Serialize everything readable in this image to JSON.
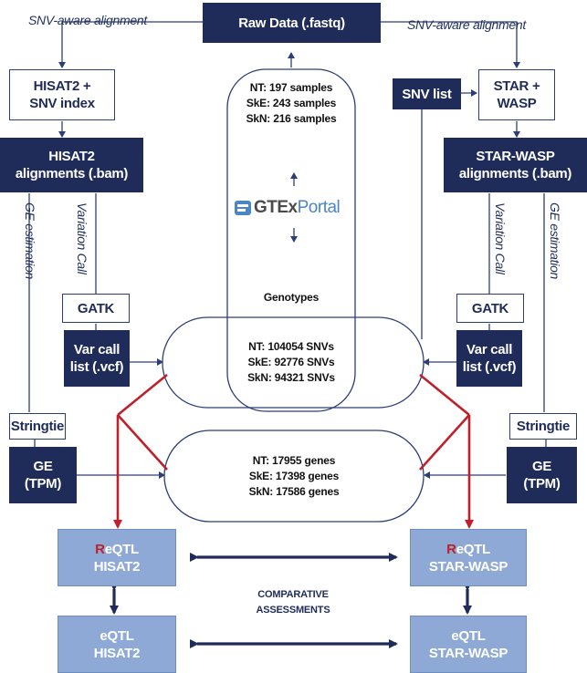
{
  "raw_data": "Raw Data (.fastq)",
  "snv_aware_left": "SNV-aware alignment",
  "snv_aware_right": "SNV-aware alignment",
  "hisat_index": [
    "HISAT2 +",
    "SNV index"
  ],
  "hisat_align": [
    "HISAT2",
    "alignments (.bam)"
  ],
  "snv_list": "SNV list",
  "star_wasp": [
    "STAR +",
    "WASP"
  ],
  "star_align": [
    "STAR-WASP",
    "alignments (.bam)"
  ],
  "ge_estimation": "GE estimation",
  "variation_call": "Variation Call",
  "gatk": "GATK",
  "var_call": [
    "Var call",
    "list (.vcf)"
  ],
  "stringtie": "Stringtie",
  "ge": [
    "GE",
    "(TPM)"
  ],
  "samples": [
    "NT: 197 samples",
    "SkE: 243 samples",
    "SkN: 216 samples"
  ],
  "gtex": {
    "gt": "GTEx",
    "portal": "Portal"
  },
  "genotypes_label": "Genotypes",
  "snvs": [
    "NT: 104054 SNVs",
    "SkE: 92776 SNVs",
    "SkN: 94321 SNVs"
  ],
  "genes": [
    "NT: 17955 genes",
    "SkE: 17398 genes",
    "SkN: 17586 genes"
  ],
  "reqtl_hisat": {
    "r": "R",
    "rest": "eQTL",
    "sub": "HISAT2"
  },
  "reqtl_star": {
    "r": "R",
    "rest": "eQTL",
    "sub": "STAR-WASP"
  },
  "eqtl_hisat": [
    "eQTL",
    "HISAT2"
  ],
  "eqtl_star": [
    "eQTL",
    "STAR-WASP"
  ],
  "comparative": [
    "COMPARATIVE",
    "ASSESSMENTS"
  ],
  "colors": {
    "dark": "#1f2c5a",
    "light": "#8ea9d6",
    "red": "#c0202a",
    "line": "#2c3f75"
  }
}
